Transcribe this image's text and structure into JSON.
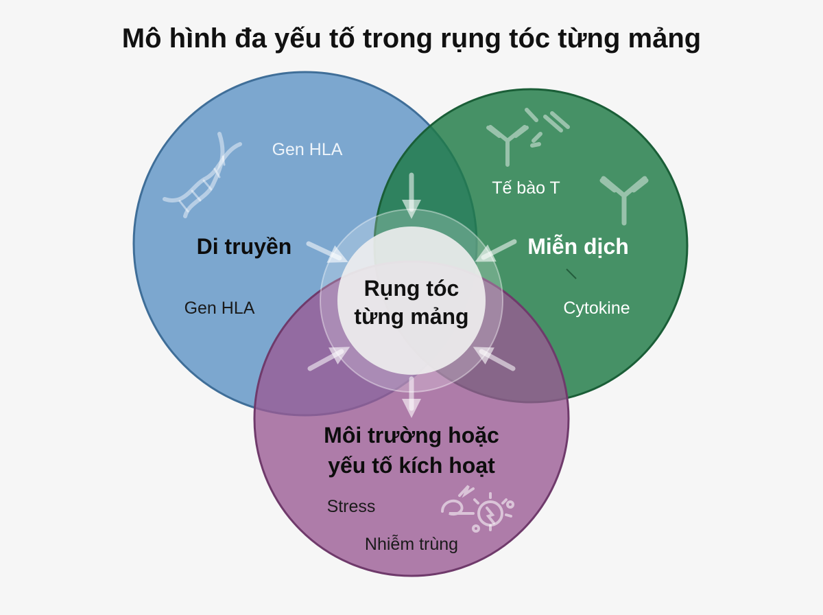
{
  "title": "Mô hình đa yếu tố trong rụng tóc từng mảng",
  "colors": {
    "genetics": "#6f9fcb",
    "immune": "#1f7a46",
    "environment": "#9a5a94",
    "center": "#ececec",
    "background": "#f6f6f6"
  },
  "circles": {
    "genetics": {
      "heading": "Di truyền",
      "labels": [
        "Gen HLA",
        "Gen HLA"
      ],
      "icon": "dna-helix-icon"
    },
    "immune": {
      "heading": "Miễn dịch",
      "labels": [
        "Tế bào T",
        "Cytokine"
      ],
      "icons": [
        "antibody-icon",
        "antibody-icon"
      ]
    },
    "environment": {
      "heading_line1": "Môi trường hoặc",
      "heading_line2": "yếu tố kích hoạt",
      "labels": [
        "Stress",
        "Nhiễm trùng"
      ],
      "icon": "stress-infection-icon"
    }
  },
  "center": {
    "line1": "Rụng tóc",
    "line2": "từng mảng"
  }
}
